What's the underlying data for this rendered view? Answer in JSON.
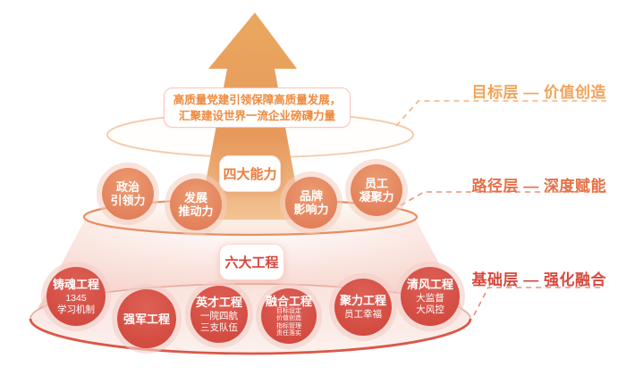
{
  "banner": {
    "line1": "高质量党建引领保障高质量发展，",
    "line2": "汇聚建设世界一流企业磅礴力量"
  },
  "tier2": {
    "label": "四大能力",
    "circles": [
      {
        "line1": "政治",
        "line2": "引领力"
      },
      {
        "line1": "发展",
        "line2": "推动力"
      },
      {
        "line1": "品牌",
        "line2": "影响力"
      },
      {
        "line1": "员工",
        "line2": "凝聚力"
      }
    ]
  },
  "tier3": {
    "label": "六大工程",
    "circles": [
      {
        "title": "铸魂工程",
        "sub1": "1345",
        "sub2": "学习机制"
      },
      {
        "title": "强军工程"
      },
      {
        "title": "英才工程",
        "sub1": "一院四航",
        "sub2": "三支队伍"
      },
      {
        "title": "融合工程",
        "sub1": "目标设定",
        "sub2": "价值创造",
        "sub3": "指标管理",
        "sub4": "责任落实"
      },
      {
        "title": "聚力工程",
        "sub1": "员工幸福"
      },
      {
        "title": "清风工程",
        "sub1": "大监督",
        "sub2": "大风控"
      }
    ]
  },
  "side_labels": [
    {
      "text": "目标层 — 价值创造"
    },
    {
      "text": "路径层 — 深度赋能"
    },
    {
      "text": "基础层 — 强化融合"
    }
  ],
  "colors": {
    "arrow": "#E9A55F",
    "banner-text": "#EE8A3F",
    "banner-border": "#F6C6BC",
    "tier2-label": "#EC7C3C",
    "tier3-label": "#D5463D",
    "tier2-circle": "#E5855C",
    "tier3-circle": "#D5493F",
    "mid-ellipse-stroke": "#E78F63",
    "bottom-ellipse-stroke": "#DB5748",
    "goal-label": "#F1A357",
    "path-label": "#E66F46",
    "base-label": "#D8473C"
  }
}
